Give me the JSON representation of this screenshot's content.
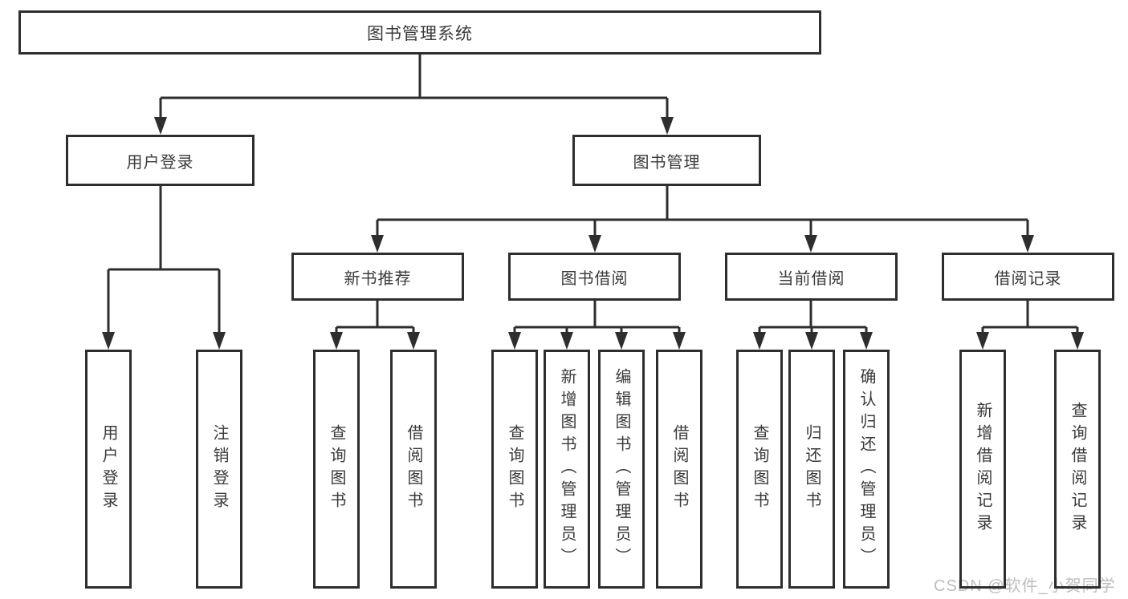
{
  "tree": {
    "root": {
      "label": "图书管理系统"
    },
    "level2": [
      {
        "label": "用户登录"
      },
      {
        "label": "图书管理"
      }
    ],
    "level3": [
      {
        "label": "新书推荐"
      },
      {
        "label": "图书借阅"
      },
      {
        "label": "当前借阅"
      },
      {
        "label": "借阅记录"
      }
    ],
    "leaves": [
      {
        "label": "用户登录"
      },
      {
        "label": "注销登录"
      },
      {
        "label": "查询图书"
      },
      {
        "label": "借阅图书"
      },
      {
        "label": "查询图书"
      },
      {
        "label": "新增图书（管理员）"
      },
      {
        "label": "编辑图书（管理员）"
      },
      {
        "label": "借阅图书"
      },
      {
        "label": "查询图书"
      },
      {
        "label": "归还图书"
      },
      {
        "label": "确认归还（管理员）"
      },
      {
        "label": "新增借阅记录"
      },
      {
        "label": "查询借阅记录"
      }
    ]
  },
  "watermark": {
    "text": "CSDN @软件_小贺同学"
  },
  "colors": {
    "line": "#2e2e2e",
    "box_border": "#2e2e2e",
    "text": "#3a3a3a",
    "watermark": "#bdbdbd",
    "background": "#ffffff"
  }
}
